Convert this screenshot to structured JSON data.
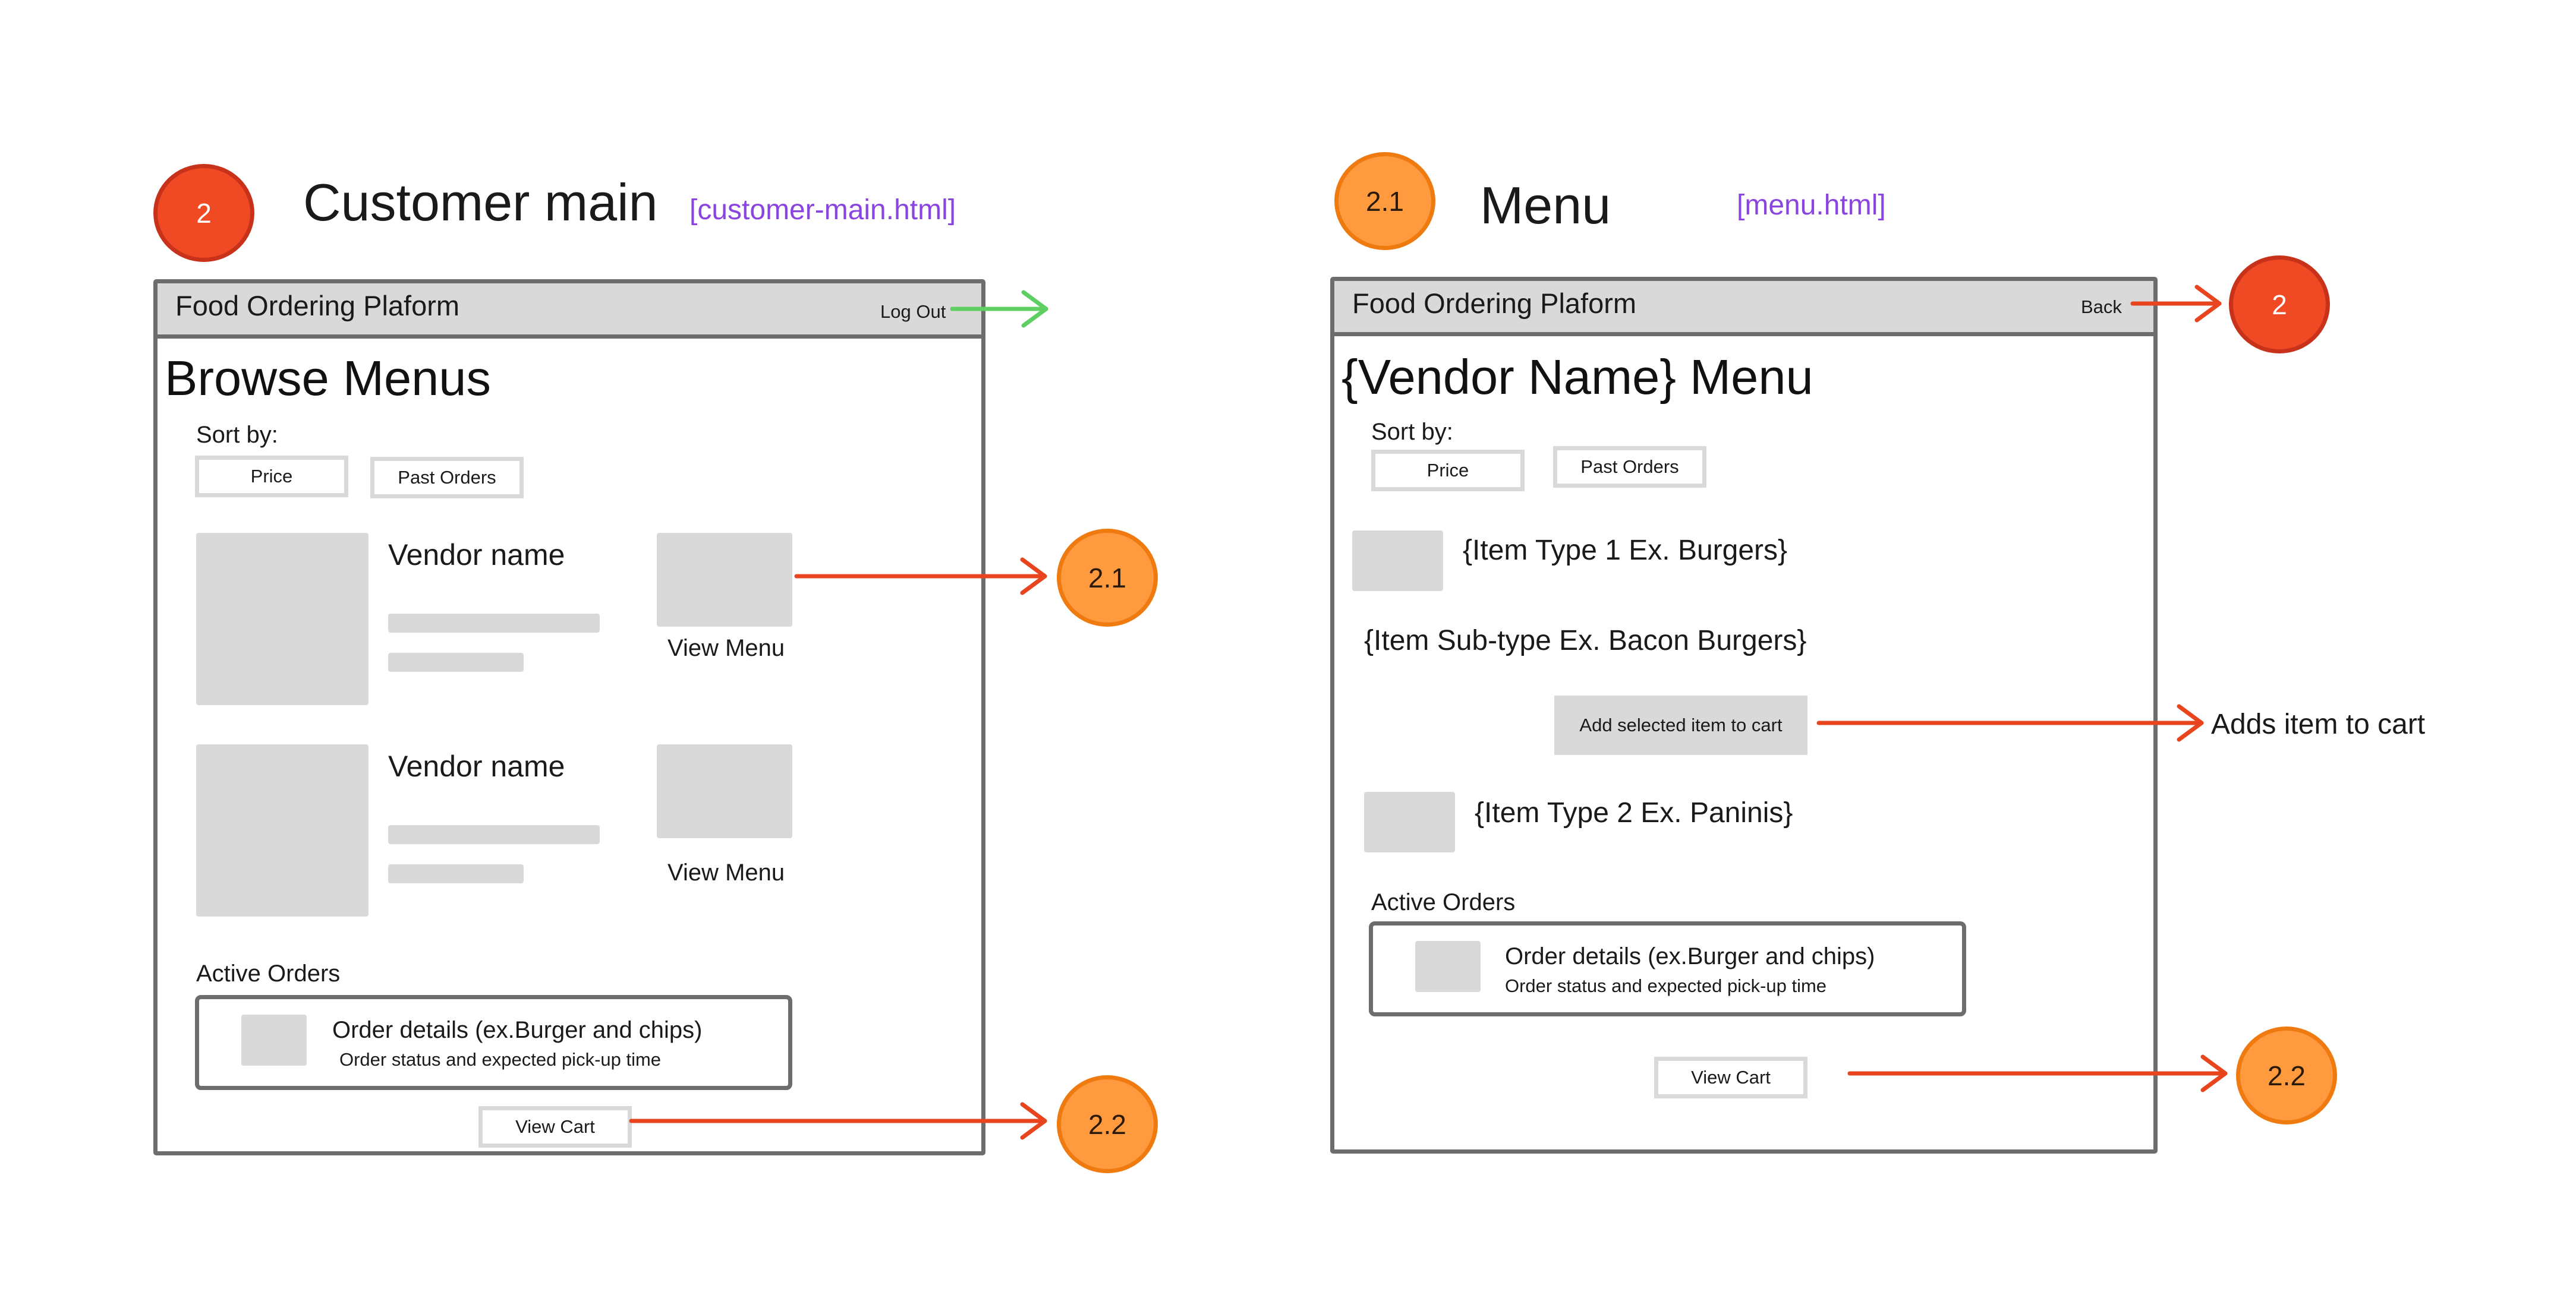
{
  "left": {
    "marker": "2",
    "title": "Customer main",
    "file": "[customer-main.html]",
    "brand": "Food Ordering Plaform",
    "logout": "Log Out",
    "heading": "Browse Menus",
    "sort_label": "Sort by:",
    "sort_buttons": [
      "Price",
      "Past Orders"
    ],
    "vendors": [
      {
        "name": "Vendor name",
        "action": "View Menu"
      },
      {
        "name": "Vendor name",
        "action": "View Menu"
      }
    ],
    "active_orders_label": "Active Orders",
    "order_title": "Order details (ex.Burger and chips)",
    "order_status": "Order status and expected pick-up time",
    "view_cart": "View Cart",
    "vendor_link_marker": "2.1",
    "cart_link_marker": "2.2"
  },
  "right": {
    "marker": "2.1",
    "title": "Menu",
    "file": "[menu.html]",
    "brand": "Food Ordering Plaform",
    "back": "Back",
    "back_marker": "2",
    "heading": "{Vendor Name} Menu",
    "sort_label": "Sort by:",
    "sort_buttons": [
      "Price",
      "Past Orders"
    ],
    "item_type_1": "{Item Type 1 Ex. Burgers}",
    "item_subtype": "{Item Sub-type Ex. Bacon Burgers}",
    "add_button": "Add selected item to cart",
    "add_note": "Adds item to cart",
    "item_type_2": "{Item Type 2 Ex. Paninis}",
    "active_orders_label": "Active Orders",
    "order_title": "Order details (ex.Burger and chips)",
    "order_status": "Order status and expected pick-up time",
    "view_cart": "View Cart",
    "cart_link_marker": "2.2"
  },
  "colors": {
    "marker_red": "#f04a24",
    "marker_orange": "#ff9a3e",
    "arrow_red": "#e8451f",
    "arrow_green": "#5fcf63",
    "file_tag": "#8a44e0",
    "placeholder": "#d9d9d9",
    "frame_border": "#6d6d6d"
  }
}
